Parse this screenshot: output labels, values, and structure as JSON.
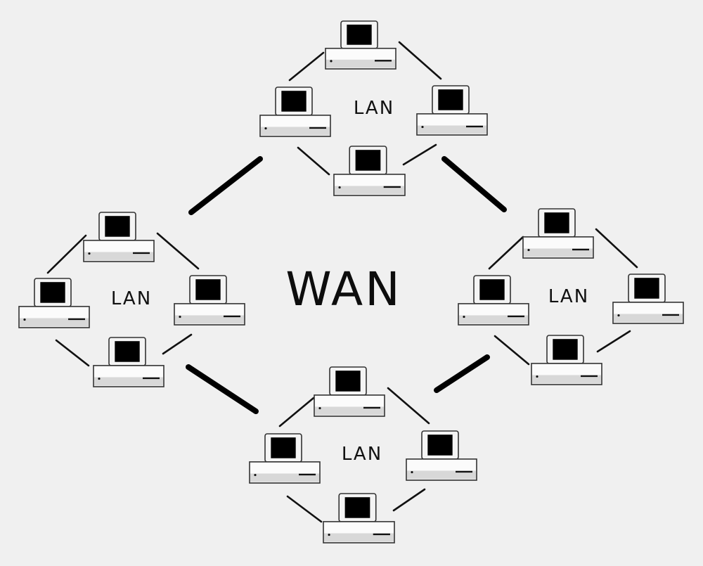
{
  "diagram": {
    "center_label": "WAN",
    "lans": [
      {
        "id": "top",
        "label": "LAN"
      },
      {
        "id": "left",
        "label": "LAN"
      },
      {
        "id": "right",
        "label": "LAN"
      },
      {
        "id": "bottom",
        "label": "LAN"
      }
    ]
  },
  "colors": {
    "background": "#f0f0f0",
    "lines": "#000000",
    "screen": "#000000"
  },
  "icons": {
    "node": "computer-icon"
  }
}
